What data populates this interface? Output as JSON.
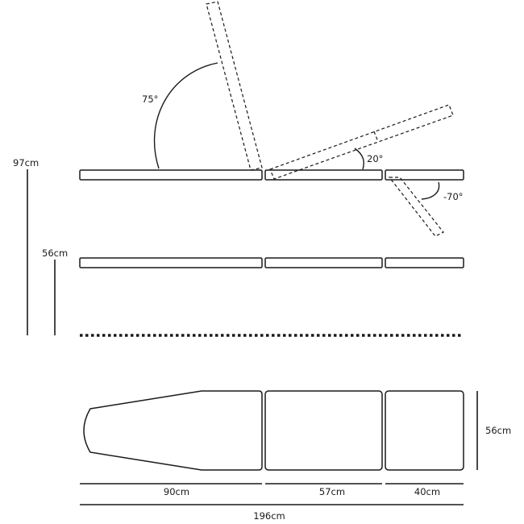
{
  "angles": {
    "backrest_up": "75°",
    "middle_up": "20°",
    "leg_down": "-70°"
  },
  "heights": {
    "max": "97cm",
    "min": "56cm"
  },
  "dimensions": {
    "head_section": "90cm",
    "middle_section": "57cm",
    "foot_section": "40cm",
    "total_length": "196cm",
    "width": "56cm"
  }
}
